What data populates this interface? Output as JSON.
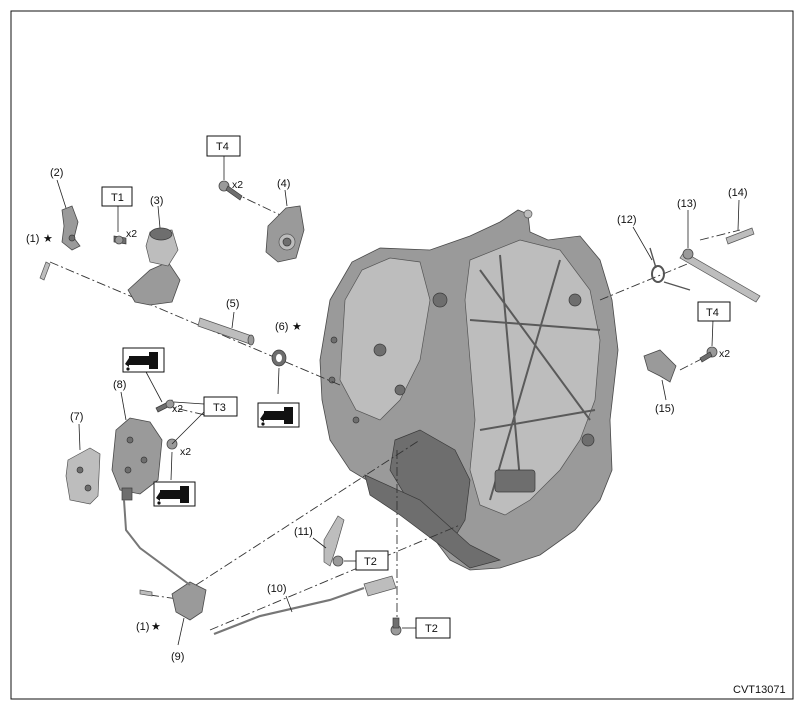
{
  "diagram_code": "CVT13071",
  "callouts": [
    {
      "id": "c1a",
      "text": "(1)"
    },
    {
      "id": "c2",
      "text": "(2)"
    },
    {
      "id": "c3",
      "text": "(3)"
    },
    {
      "id": "c4",
      "text": "(4)"
    },
    {
      "id": "c5",
      "text": "(5)"
    },
    {
      "id": "c6",
      "text": "(6)"
    },
    {
      "id": "c7",
      "text": "(7)"
    },
    {
      "id": "c8",
      "text": "(8)"
    },
    {
      "id": "c9",
      "text": "(9)"
    },
    {
      "id": "c10",
      "text": "(10)"
    },
    {
      "id": "c11",
      "text": "(11)"
    },
    {
      "id": "c12",
      "text": "(12)"
    },
    {
      "id": "c13",
      "text": "(13)"
    },
    {
      "id": "c14",
      "text": "(14)"
    },
    {
      "id": "c15",
      "text": "(15)"
    },
    {
      "id": "c1b",
      "text": "(1)"
    }
  ],
  "star_symbol": "★",
  "torque_labels": {
    "t1": "T1",
    "t2a": "T2",
    "t2b": "T2",
    "t3": "T3",
    "t4a": "T4",
    "t4b": "T4"
  },
  "quantities": {
    "t1": "x2",
    "t3a": "x2",
    "t3b": "x2",
    "t4a": "x2",
    "t4b": "x2"
  },
  "icons": [
    "oil-can-icon",
    "oil-can-icon",
    "oil-can-icon"
  ]
}
